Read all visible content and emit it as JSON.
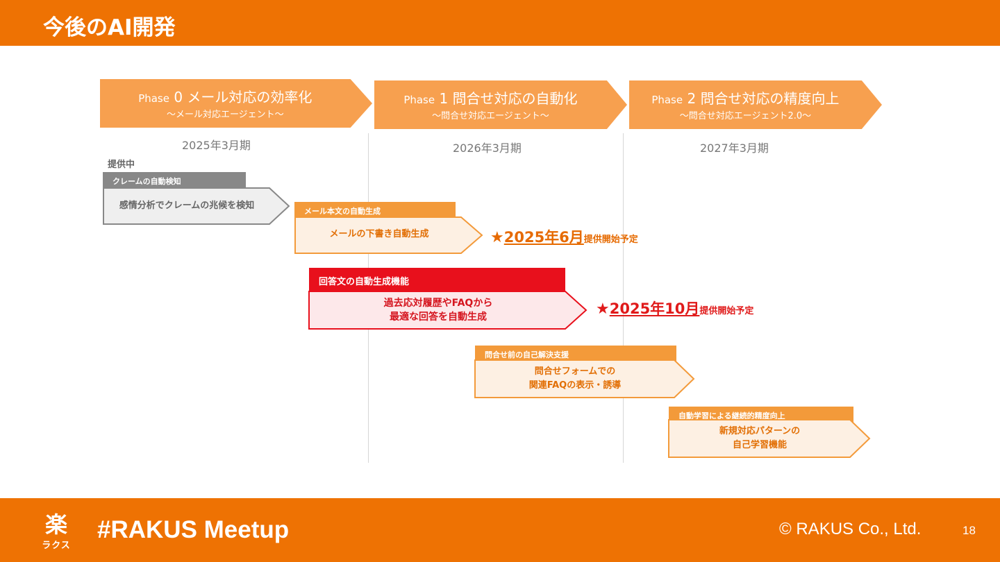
{
  "slide": {
    "title": "今後のAI開発"
  },
  "phases": [
    {
      "prefix": "Phase",
      "num": "0",
      "title": "メール対応の効率化",
      "subtitle": "〜メール対応エージェント〜",
      "fy": "2025年3月期"
    },
    {
      "prefix": "Phase",
      "num": "1",
      "title": "問合せ対応の自動化",
      "subtitle": "〜問合せ対応エージェント〜",
      "fy": "2026年3月期"
    },
    {
      "prefix": "Phase",
      "num": "2",
      "title": "問合せ対応の精度向上",
      "subtitle": "〜問合せ対応エージェント2.0〜",
      "fy": "2027年3月期"
    }
  ],
  "status_label": "提供中",
  "features": [
    {
      "tab": "クレームの自動検知",
      "lines": [
        "感情分析でクレームの兆候を検知"
      ],
      "color": "#888888",
      "fill": "#efefef",
      "text_color": "#666666"
    },
    {
      "tab": "メール本文の自動生成",
      "lines": [
        "メールの下書き自動生成"
      ],
      "color": "#f39a3a",
      "fill": "#fdf0e3",
      "text_color": "#e26f05"
    },
    {
      "tab": "回答文の自動生成機能",
      "lines": [
        "過去応対履歴やFAQから",
        "最適な回答を自動生成"
      ],
      "color": "#e8101c",
      "fill": "#fde8ea",
      "text_color": "#d5151f"
    },
    {
      "tab": "問合せ前の自己解決支援",
      "lines": [
        "問合せフォームでの",
        "関連FAQの表示・誘導"
      ],
      "color": "#f39a3a",
      "fill": "#fdf0e3",
      "text_color": "#e26f05"
    },
    {
      "tab": "自動学習による継続的精度向上",
      "lines": [
        "新規対応パターンの",
        "自己学習機能"
      ],
      "color": "#f39a3a",
      "fill": "#fdf0e3",
      "text_color": "#e26f05"
    }
  ],
  "release_notes": [
    {
      "star": "★",
      "date": "2025年6月",
      "suffix": "提供開始予定"
    },
    {
      "star": "★",
      "date": "2025年10月",
      "suffix": "提供開始予定"
    }
  ],
  "footer": {
    "logo_kanji": "楽",
    "logo_kana": "ラクス",
    "hashtag": "#RAKUS Meetup",
    "copyright": "© RAKUS Co., Ltd.",
    "page": "18"
  },
  "colors": {
    "brand": "#ee7203",
    "phase": "#f7a04f"
  }
}
